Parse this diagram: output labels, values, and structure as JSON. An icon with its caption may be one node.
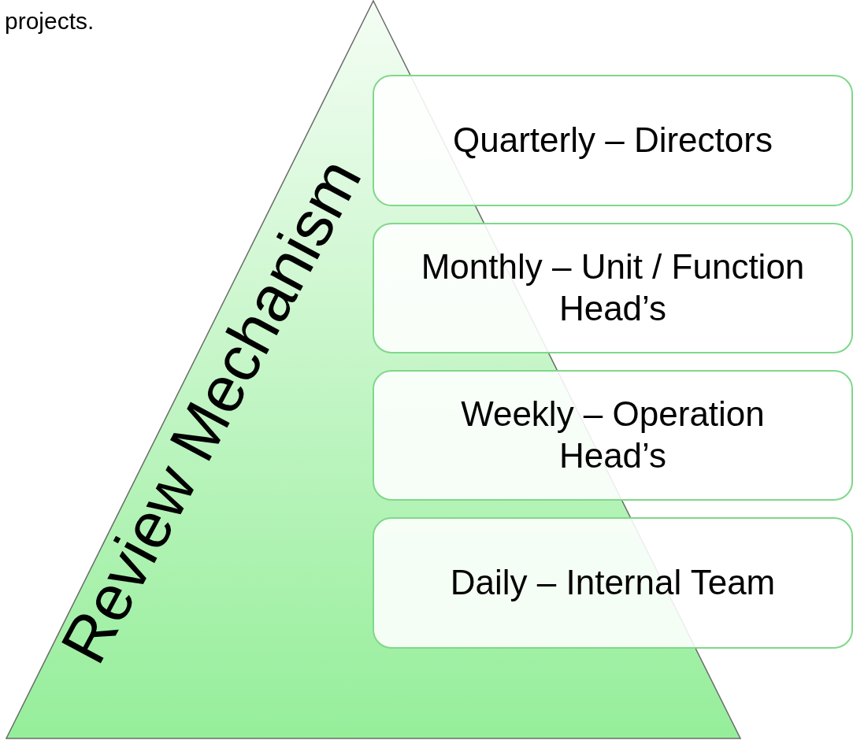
{
  "diagram": {
    "nodes": [
      {
        "text": [
          "Review Mechanism"
        ]
      },
      {
        "text": [
          "Quarterly – Directors"
        ]
      },
      {
        "text": [
          "Monthly – Unit / Function Head’s"
        ]
      },
      {
        "text": [
          "Weekly – Operation Head’s"
        ]
      },
      {
        "text": [
          "Daily – Internal Team"
        ]
      }
    ],
    "labels": [
      "projects."
    ]
  }
}
